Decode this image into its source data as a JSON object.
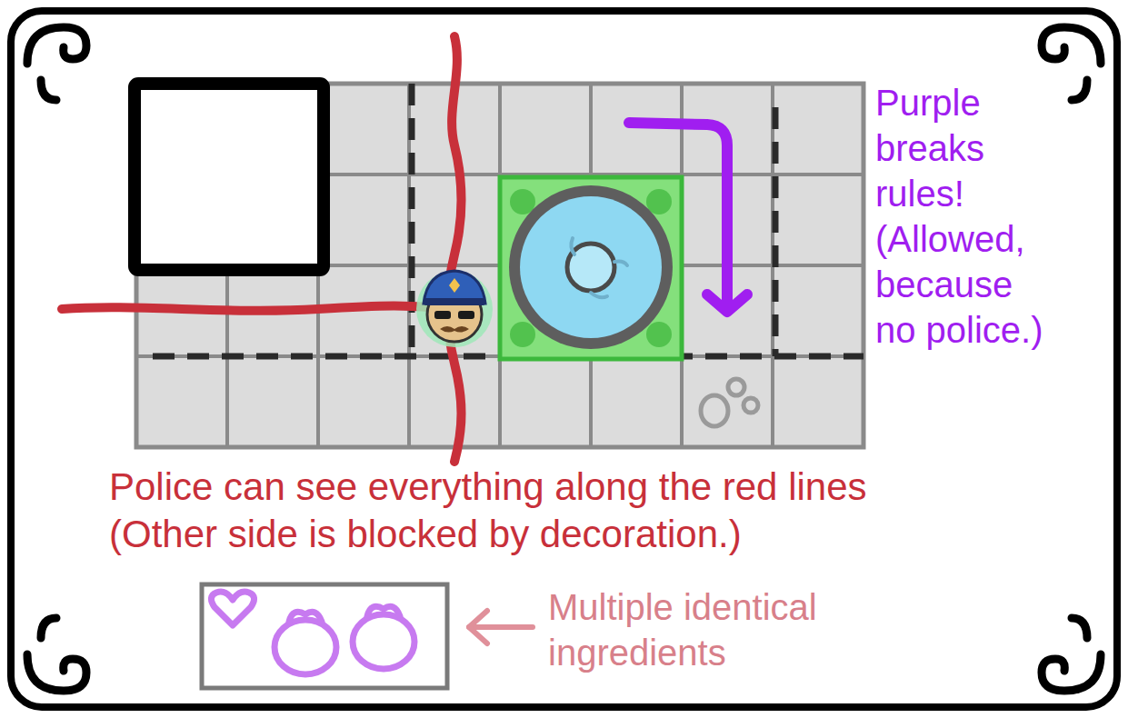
{
  "diagram": {
    "labels": [
      "Purple breaks rules! (Allowed, because no police.)",
      "Police can see everything along the red lines (Other side is blocked by decoration.)",
      "Multiple identical ingredients"
    ]
  }
}
